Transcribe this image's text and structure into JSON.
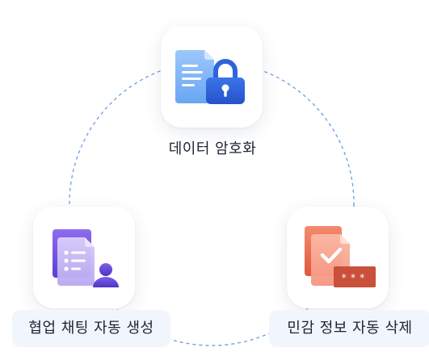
{
  "colors": {
    "ring": "#6b9be8",
    "doc_blue": "#7fb4f5",
    "lock_blue": "#2f63dc",
    "doc_purple": "#7b5fe0",
    "doc_coral": "#f07a5c",
    "badge_red": "#c9503a",
    "pill_bg": "#f1f5fc",
    "text": "#1c2333"
  },
  "features": [
    {
      "label": "데이터 암호화",
      "icon": "doc-lock-icon"
    },
    {
      "label": "협업 채팅 자동 생성",
      "icon": "doc-user-icon"
    },
    {
      "label": "민감 정보 자동 삭제",
      "icon": "doc-check-mask-icon"
    }
  ],
  "masked_text": "***"
}
